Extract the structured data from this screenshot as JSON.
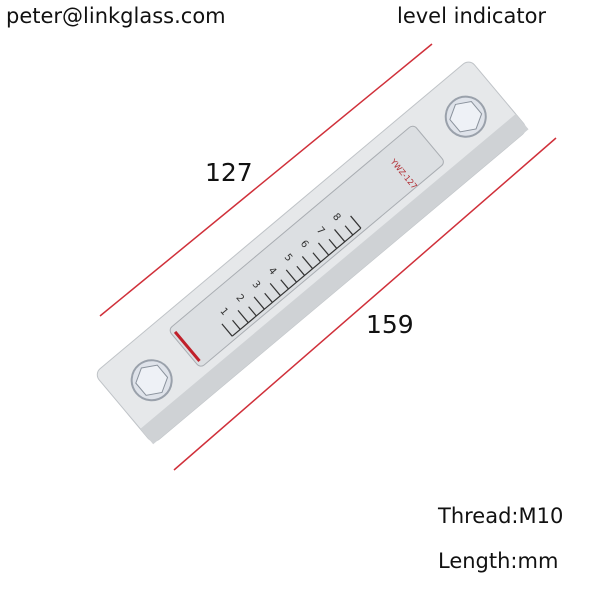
{
  "header": {
    "email": "peter@linkglass.com",
    "title": "level indicator"
  },
  "dimensions": {
    "window_length": "127",
    "total_length": "159"
  },
  "specs": {
    "thread": "Thread:M10",
    "length_unit": "Length:mm"
  },
  "gauge": {
    "model_label": "YWZ-127",
    "scale": [
      "1",
      "2",
      "3",
      "4",
      "5",
      "6",
      "7",
      "8"
    ]
  },
  "colors": {
    "dimension_line": "#d0303a",
    "body": "#e4e6e8",
    "window": "#dfe1e3"
  }
}
